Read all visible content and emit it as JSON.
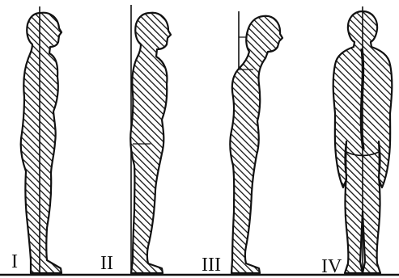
{
  "figures": [
    {
      "id": "I",
      "label": "I",
      "view": "side"
    },
    {
      "id": "II",
      "label": "II",
      "view": "side"
    },
    {
      "id": "III",
      "label": "III",
      "view": "side"
    },
    {
      "id": "IV",
      "label": "IV",
      "view": "back"
    }
  ],
  "colors": {
    "ink": "#111111",
    "background": "#ffffff"
  }
}
